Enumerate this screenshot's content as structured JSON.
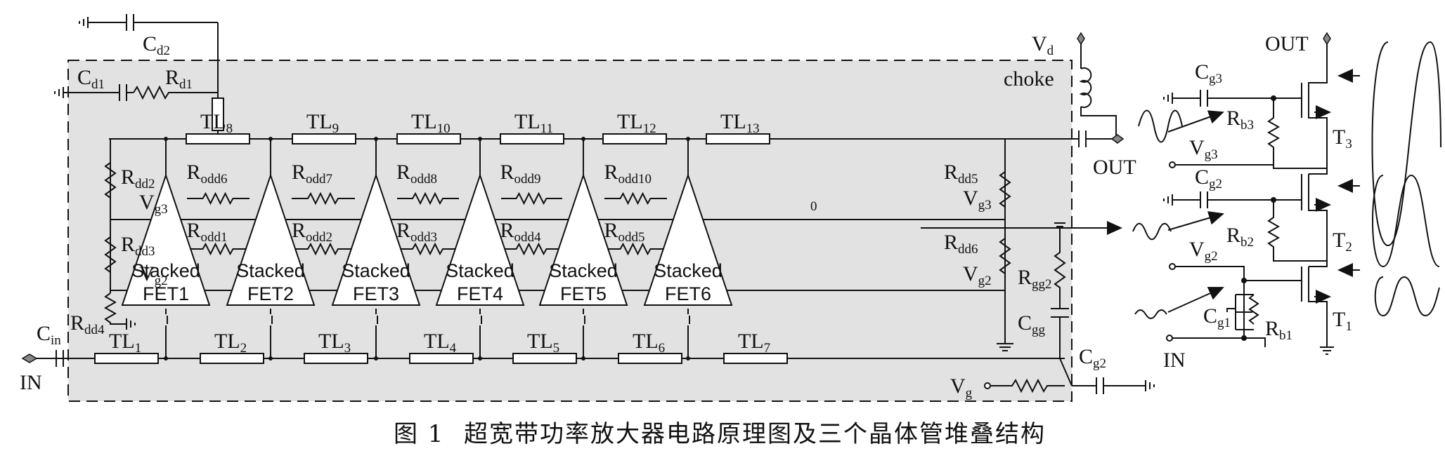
{
  "caption": {
    "figure_no": "图 1",
    "title": "超宽带功率放大器电路原理图及三个晶体管堆叠结构"
  },
  "nodes": {
    "vd": {
      "main": "V",
      "sub": "d"
    },
    "choke": "choke",
    "out_main": "OUT",
    "in_main": "IN",
    "vg": {
      "main": "V",
      "sub": "g"
    },
    "cin": {
      "main": "C",
      "sub": "in"
    },
    "cd1": {
      "main": "C",
      "sub": "d1"
    },
    "cd2": {
      "main": "C",
      "sub": "d2"
    },
    "rd1": {
      "main": "R",
      "sub": "d1"
    },
    "rdd2": {
      "main": "R",
      "sub": "dd2"
    },
    "rdd3": {
      "main": "R",
      "sub": "dd3"
    },
    "rdd4": {
      "main": "R",
      "sub": "dd4"
    },
    "rdd5": {
      "main": "R",
      "sub": "dd5"
    },
    "rdd6": {
      "main": "R",
      "sub": "dd6"
    },
    "vg3_left": {
      "main": "V",
      "sub": "g3"
    },
    "vg2_left": {
      "main": "V",
      "sub": "g2"
    },
    "vg3_right": {
      "main": "V",
      "sub": "g3"
    },
    "vg2_right": {
      "main": "V",
      "sub": "g2"
    },
    "rgg2": {
      "main": "R",
      "sub": "gg2"
    },
    "cgg": {
      "main": "C",
      "sub": "gg"
    },
    "cg2_bottom": {
      "main": "C",
      "sub": "g2"
    },
    "stray_zero": "0"
  },
  "tl_top": [
    {
      "main": "TL",
      "sub": "8"
    },
    {
      "main": "TL",
      "sub": "9"
    },
    {
      "main": "TL",
      "sub": "10"
    },
    {
      "main": "TL",
      "sub": "11"
    },
    {
      "main": "TL",
      "sub": "12"
    },
    {
      "main": "TL",
      "sub": "13"
    }
  ],
  "tl_bottom": [
    {
      "main": "TL",
      "sub": "1"
    },
    {
      "main": "TL",
      "sub": "2"
    },
    {
      "main": "TL",
      "sub": "3"
    },
    {
      "main": "TL",
      "sub": "4"
    },
    {
      "main": "TL",
      "sub": "5"
    },
    {
      "main": "TL",
      "sub": "6"
    },
    {
      "main": "TL",
      "sub": "7"
    }
  ],
  "rodd_upper": [
    {
      "main": "R",
      "sub": "odd6"
    },
    {
      "main": "R",
      "sub": "odd7"
    },
    {
      "main": "R",
      "sub": "odd8"
    },
    {
      "main": "R",
      "sub": "odd9"
    },
    {
      "main": "R",
      "sub": "odd10"
    }
  ],
  "rodd_lower": [
    {
      "main": "R",
      "sub": "odd1"
    },
    {
      "main": "R",
      "sub": "odd2"
    },
    {
      "main": "R",
      "sub": "odd3"
    },
    {
      "main": "R",
      "sub": "odd4"
    },
    {
      "main": "R",
      "sub": "odd5"
    }
  ],
  "fets": [
    {
      "line1": "Stacked",
      "line2": "FET1"
    },
    {
      "line1": "Stacked",
      "line2": "FET2"
    },
    {
      "line1": "Stacked",
      "line2": "FET3"
    },
    {
      "line1": "Stacked",
      "line2": "FET4"
    },
    {
      "line1": "Stacked",
      "line2": "FET5"
    },
    {
      "line1": "Stacked",
      "line2": "FET6"
    }
  ],
  "stack": {
    "out": "OUT",
    "in": "IN",
    "cg3": {
      "main": "C",
      "sub": "g3"
    },
    "cg2": {
      "main": "C",
      "sub": "g2"
    },
    "cg1": {
      "main": "C",
      "sub": "g1"
    },
    "rb3": {
      "main": "R",
      "sub": "b3"
    },
    "rb2": {
      "main": "R",
      "sub": "b2"
    },
    "rb1": {
      "main": "R",
      "sub": "b1"
    },
    "vg3": {
      "main": "V",
      "sub": "g3"
    },
    "vg2": {
      "main": "V",
      "sub": "g2"
    },
    "t3": {
      "main": "T",
      "sub": "3"
    },
    "t2": {
      "main": "T",
      "sub": "2"
    },
    "t1": {
      "main": "T",
      "sub": "1"
    }
  }
}
